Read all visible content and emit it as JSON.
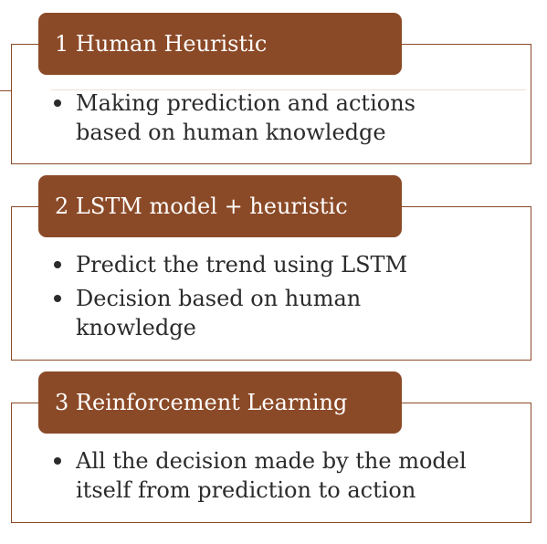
{
  "colors": {
    "accent": "#8B4A27",
    "text": "#2b2b2b",
    "header_text": "#ffffff"
  },
  "sections": [
    {
      "title": "1 Human Heuristic",
      "bullets": [
        "Making prediction and actions based on human knowledge"
      ]
    },
    {
      "title": "2 LSTM model + heuristic",
      "bullets": [
        "Predict the trend using LSTM",
        "Decision based on human knowledge"
      ]
    },
    {
      "title": "3 Reinforcement Learning",
      "bullets": [
        "All the decision made by the model itself from prediction to action"
      ]
    }
  ]
}
